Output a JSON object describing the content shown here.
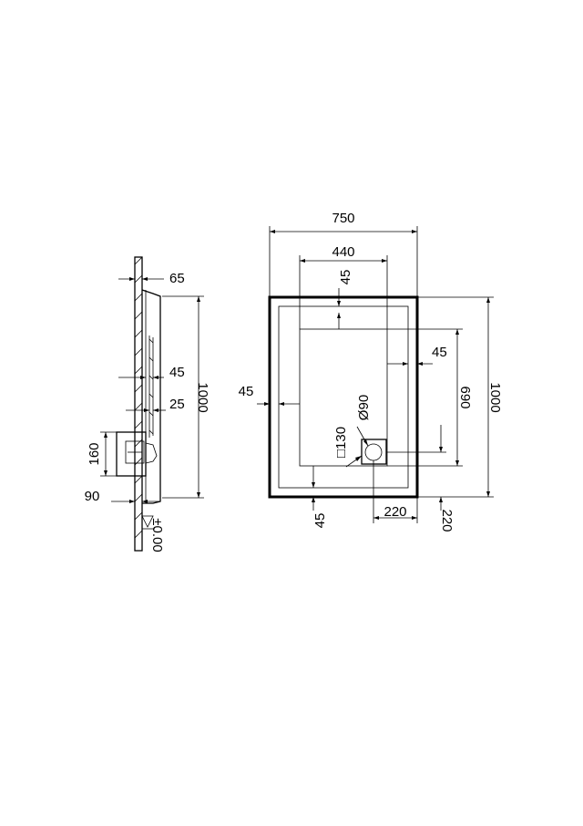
{
  "colors": {
    "line": "#000000",
    "background": "#ffffff"
  },
  "side_view": {
    "labels": {
      "rim": "65",
      "depth_45": "45",
      "floor_25": "25",
      "length": "1000",
      "drain_height": "160",
      "drain_offset": "90",
      "floor_level": "±0.00"
    }
  },
  "top_view": {
    "labels": {
      "width": "750",
      "inner_width": "440",
      "top_margin": "45",
      "right_margin": "45",
      "left_margin": "45",
      "inner_length": "690",
      "length": "1000",
      "drain_diameter": "Ø90",
      "drain_square": "□130",
      "bottom_margin": "45",
      "drain_x": "220",
      "drain_y": "220"
    }
  }
}
